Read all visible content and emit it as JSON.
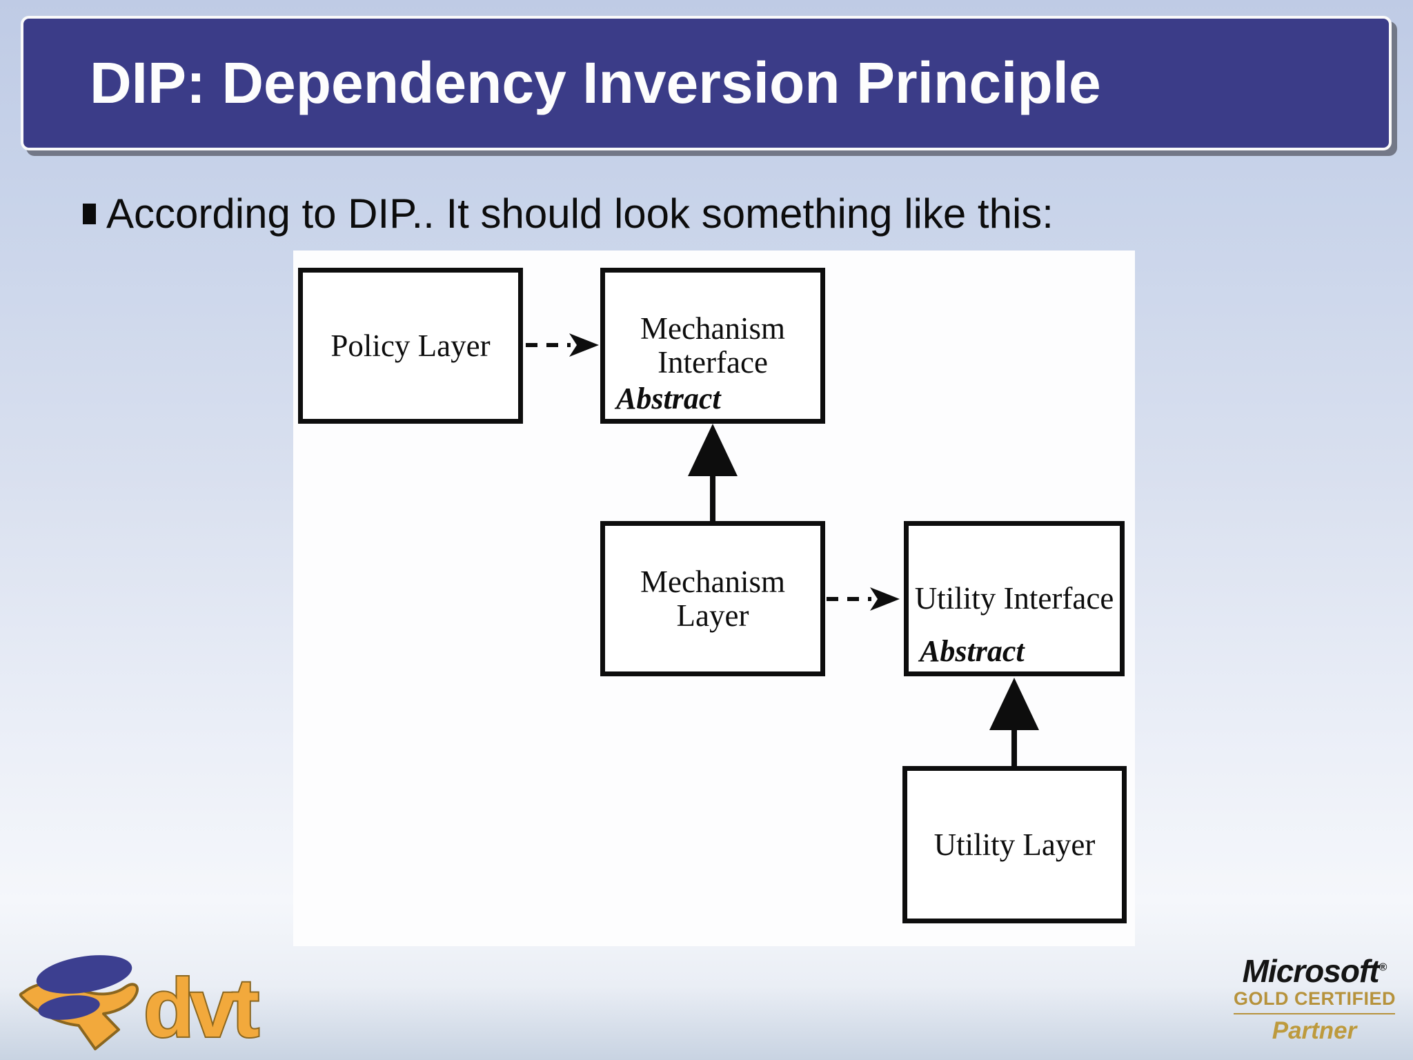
{
  "title": "DIP: Dependency Inversion Principle",
  "bullet": {
    "text": "According to DIP.. It should look something like this:"
  },
  "diagram": {
    "boxes": [
      {
        "id": "policy-layer",
        "label": "Policy Layer"
      },
      {
        "id": "mechanism-interface",
        "label": "Mechanism\nInterface",
        "stereotype": "Abstract"
      },
      {
        "id": "mechanism-layer",
        "label": "Mechanism\nLayer"
      },
      {
        "id": "utility-interface",
        "label": "Utility Interface",
        "stereotype": "Abstract"
      },
      {
        "id": "utility-layer",
        "label": "Utility Layer"
      }
    ],
    "relations": [
      {
        "type": "dependency",
        "from": "policy-layer",
        "to": "mechanism-interface"
      },
      {
        "type": "inheritance",
        "from": "mechanism-layer",
        "to": "mechanism-interface"
      },
      {
        "type": "dependency",
        "from": "mechanism-layer",
        "to": "utility-interface"
      },
      {
        "type": "inheritance",
        "from": "utility-layer",
        "to": "utility-interface"
      }
    ]
  },
  "footer": {
    "dvt": {
      "text": "dvt"
    },
    "microsoft": {
      "brand": "Microsoft",
      "reg": "®",
      "tier": "GOLD CERTIFIED",
      "partner": "Partner"
    }
  },
  "colors": {
    "title_bar_blue": "#3b3c88",
    "slide_bg_top": "#bfcbe5",
    "slide_bg_bottom": "#c8d3e2",
    "diagram_ink": "#0d0d0d",
    "ms_gold": "#b6923c",
    "dvt_gold": "#f2a93c",
    "dvt_blue": "#3c3f90"
  }
}
